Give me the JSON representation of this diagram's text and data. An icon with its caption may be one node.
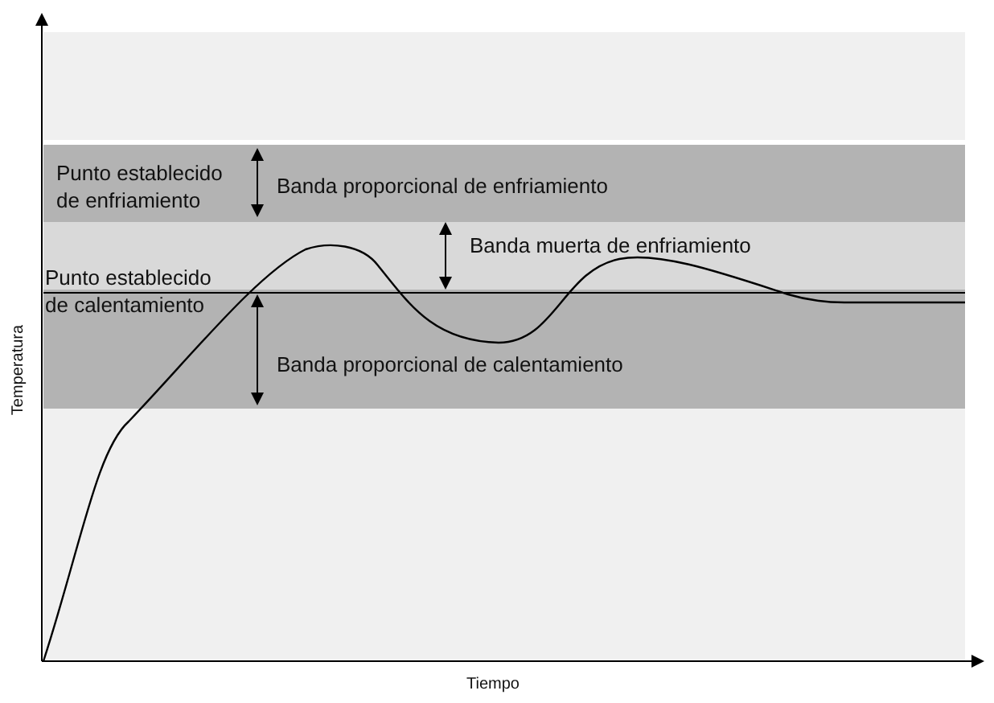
{
  "diagram": {
    "labels": [
      "Punto establecido de enfriamiento",
      "Banda proporcional de enfriamiento",
      "Banda muerta de enfriamiento",
      "Punto establecido de calentamiento",
      "Banda proporcional de calentamiento",
      "Temperatura",
      "Tiempo"
    ]
  }
}
